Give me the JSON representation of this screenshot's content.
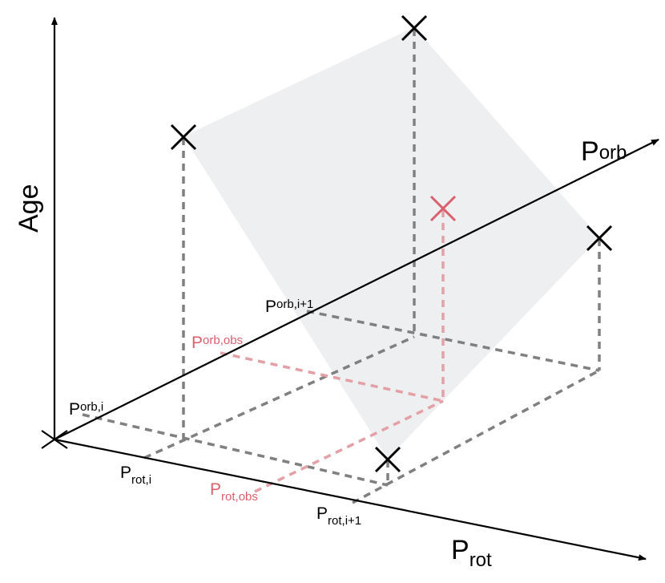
{
  "diagram": {
    "axes": {
      "age": "Age",
      "p_orb": {
        "main": "P",
        "sub": "orb"
      },
      "p_rot": {
        "main": "P",
        "sub": "rot"
      }
    },
    "ticks": {
      "p_orb_i": {
        "main": "P",
        "sub": "orb,i"
      },
      "p_orb_i1": {
        "main": "P",
        "sub": "orb,i+1"
      },
      "p_orb_obs": {
        "main": "P",
        "sub": "orb,obs"
      },
      "p_rot_i": {
        "main": "P",
        "sub": "rot,i"
      },
      "p_rot_obs": {
        "main": "P",
        "sub": "rot,obs"
      },
      "p_rot_i1": {
        "main": "P",
        "sub": "rot,i+1"
      }
    },
    "colors": {
      "axis": "#000000",
      "grid": "#808080",
      "observed": "#d9606e",
      "observed_guide": "#e3a0a6",
      "plane": "#eeeff0"
    }
  }
}
